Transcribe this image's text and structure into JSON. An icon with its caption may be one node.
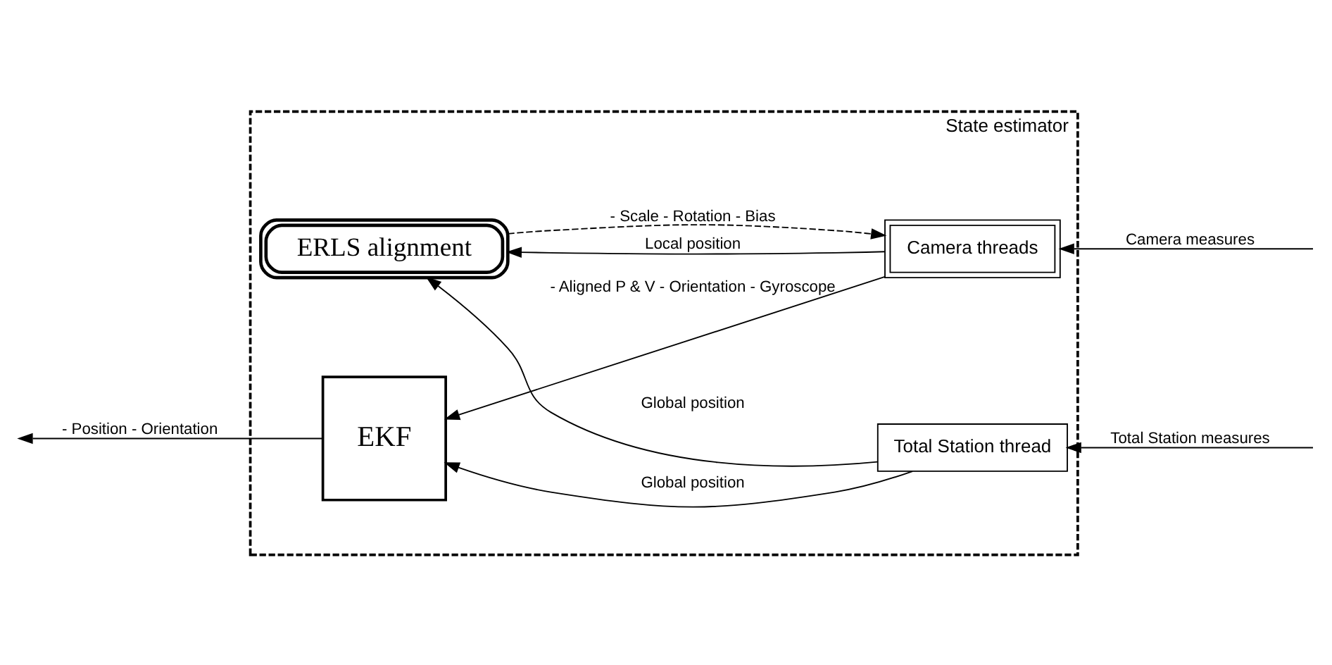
{
  "diagram": {
    "nodes": [
      {
        "text": [
          "State estimator"
        ]
      },
      {
        "text": [
          "Camera threads"
        ],
        "in": 0
      },
      {
        "text": [
          "EKF"
        ],
        "in": 0
      },
      {
        "text": [
          "ERLS alignment"
        ],
        "in": 0
      },
      {
        "text": [
          "Total Station thread"
        ],
        "in": 0
      }
    ],
    "edges": [
      {
        "from": null,
        "to": 1,
        "arrow": "to",
        "label": "Camera measures"
      },
      {
        "from": null,
        "to": 4,
        "arrow": "to",
        "label": "Total Station measures"
      },
      {
        "from": 1,
        "to": 2,
        "arrow": "to",
        "label": "- Aligned P & V - Orientation - Gyroscope"
      },
      {
        "from": 1,
        "to": 3,
        "arrow": "to",
        "label": "Local position"
      },
      {
        "from": 3,
        "to": 1,
        "arrow": "to",
        "label": "- Scale - Rotation - Bias",
        "style": "dashed"
      },
      {
        "from": 4,
        "to": 3,
        "arrow": "to",
        "label": "Global position"
      },
      {
        "from": 4,
        "to": 2,
        "arrow": "to",
        "label": "Global position"
      },
      {
        "from": 2,
        "to": null,
        "arrow": "to",
        "label": "- Position - Orientation"
      }
    ]
  }
}
